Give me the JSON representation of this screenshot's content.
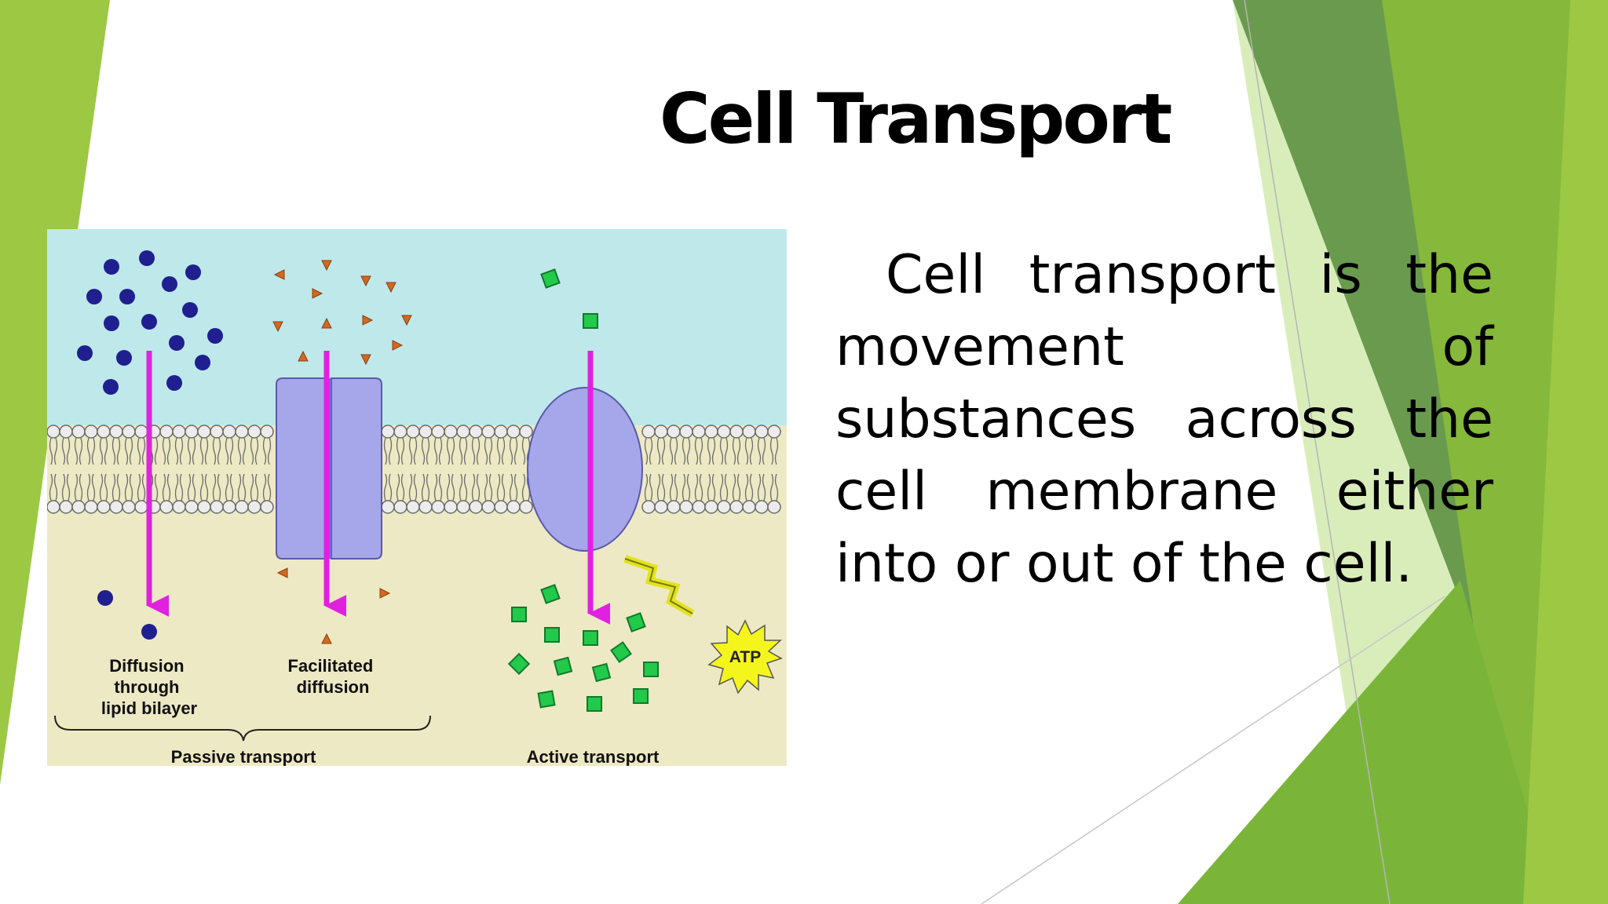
{
  "slide": {
    "title": "Cell Transport",
    "body": "Cell transport is the movement of substances across the cell membrane either into or out of the cell."
  },
  "diagram": {
    "labels": {
      "diffusion": [
        "Diffusion",
        "through",
        "lipid bilayer"
      ],
      "facilitated": [
        "Facilitated",
        "diffusion"
      ],
      "passive": "Passive transport",
      "active": "Active transport",
      "atp": "ATP"
    },
    "colors": {
      "extracellular": "#bfe8ea",
      "cytoplasm": "#ede9c4",
      "protein": "#a6a6ea",
      "arrow": "#e021e0",
      "molecule_circle": "#1f1f8f",
      "molecule_triangle": "#d2691e",
      "molecule_square": "#22c94a",
      "atp_burst": "#f5f51e"
    }
  },
  "theme": {
    "green_light": "#9cc843",
    "green_dark": "#6a9a4e",
    "green_mid": "#86b83b"
  }
}
